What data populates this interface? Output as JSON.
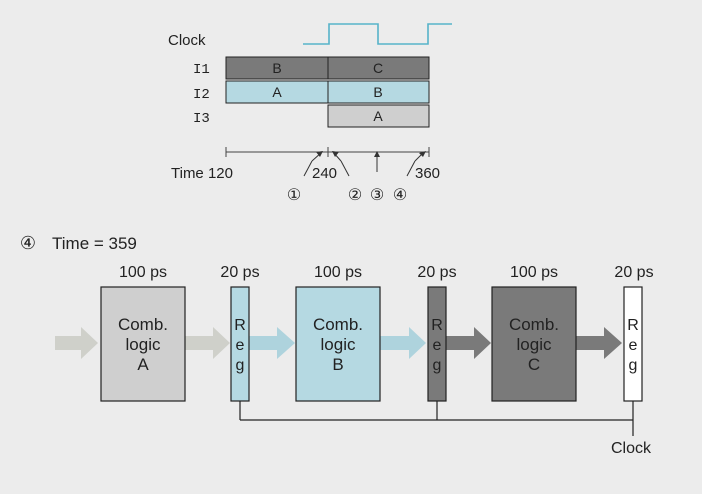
{
  "timing": {
    "clock_label": "Clock",
    "rows": [
      {
        "label": "I1",
        "cells": [
          "B",
          "C"
        ]
      },
      {
        "label": "I2",
        "cells": [
          "A",
          "B"
        ]
      },
      {
        "label": "I3",
        "cells": [
          "",
          "A"
        ]
      }
    ],
    "time_label": "Time 120",
    "t240": "240",
    "t360": "360",
    "markers": [
      "①",
      "②",
      "③",
      "④"
    ]
  },
  "pipeline": {
    "heading_marker": "④",
    "heading_text": "Time = 359",
    "stages": [
      {
        "delay": "100 ps",
        "line1": "Comb.",
        "line2": "logic",
        "line3": "A"
      },
      {
        "delay": "100 ps",
        "line1": "Comb.",
        "line2": "logic",
        "line3": "B"
      },
      {
        "delay": "100 ps",
        "line1": "Comb.",
        "line2": "logic",
        "line3": "C"
      }
    ],
    "regs": [
      {
        "delay": "20 ps",
        "letters": [
          "R",
          "e",
          "g"
        ]
      },
      {
        "delay": "20 ps",
        "letters": [
          "R",
          "e",
          "g"
        ]
      },
      {
        "delay": "20 ps",
        "letters": [
          "R",
          "e",
          "g"
        ]
      }
    ],
    "clock_label": "Clock"
  },
  "colors": {
    "clock_wave": "#56b3c9",
    "dark": "#7a7a7a",
    "blue": "#b5d9e2",
    "light": "#cfcfcf",
    "arrow_light": "#cfd0ca",
    "arrow_blue": "#aed3dd",
    "arrow_dark": "#7a7a7a"
  }
}
